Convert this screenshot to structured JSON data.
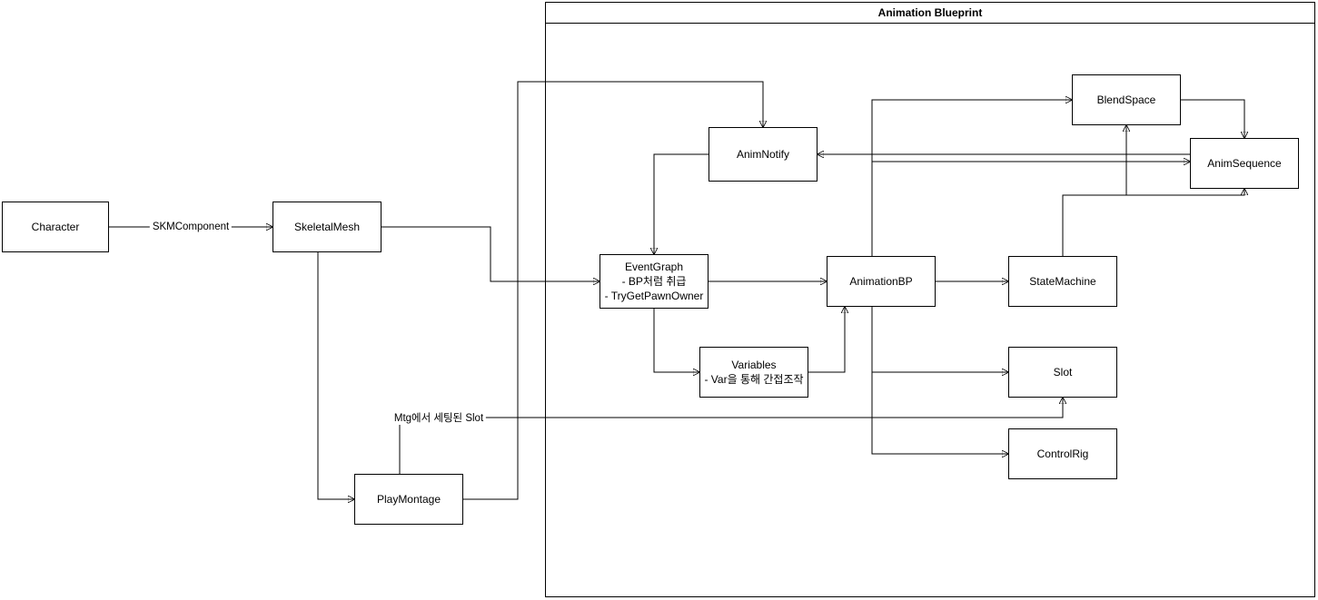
{
  "frame": {
    "title": "Animation Blueprint"
  },
  "nodes": {
    "character": {
      "label": "Character"
    },
    "skeletal_mesh": {
      "label": "SkeletalMesh"
    },
    "play_montage": {
      "label": "PlayMontage"
    },
    "anim_notify": {
      "label": "AnimNotify"
    },
    "event_graph": {
      "label": "EventGraph",
      "line2": "- BP처럼 취급",
      "line3": "- TryGetPawnOwner"
    },
    "variables": {
      "label": "Variables",
      "line2": "- Var을 통해 간접조작"
    },
    "animation_bp": {
      "label": "AnimationBP"
    },
    "state_machine": {
      "label": "StateMachine"
    },
    "blend_space": {
      "label": "BlendSpace"
    },
    "anim_sequence": {
      "label": "AnimSequence"
    },
    "slot": {
      "label": "Slot"
    },
    "control_rig": {
      "label": "ControlRig"
    }
  },
  "edge_labels": {
    "skm_component": "SKMComponent",
    "mtg_slot": "Mtg에서 세팅된 Slot"
  },
  "colors": {
    "line": "#000000",
    "node_border": "#000000",
    "node_fill": "#ffffff",
    "text": "#000000",
    "background": "#ffffff"
  }
}
